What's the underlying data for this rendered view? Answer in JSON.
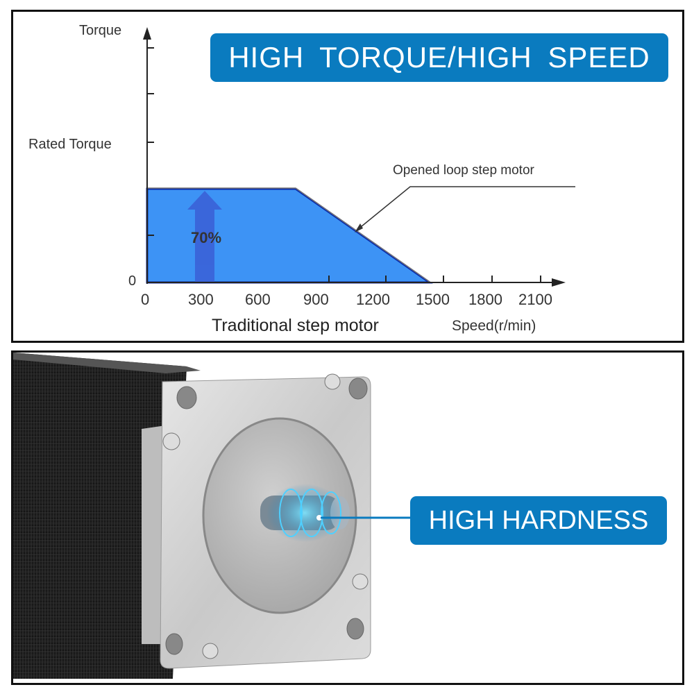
{
  "top_panel": {
    "banner": "HIGH  TORQUE/HIGH  SPEED",
    "y_axis_title": "Torque",
    "y_axis_rated": "Rated Torque",
    "y_axis_zero": "0",
    "annotation": "Opened loop step motor",
    "inner_label": "70%",
    "x_axis_caption": "Traditional step motor",
    "x_axis_title": "Speed(r/min)"
  },
  "bottom_panel": {
    "banner": "HIGH HARDNESS",
    "image_subject": "stepper motor with highlighted shaft"
  },
  "colors": {
    "banner_blue": "#0a7bbf",
    "area_fill": "#3d93f5",
    "area_edge": "#0b2aa8",
    "arrow": "#3a5fd6"
  },
  "chart_data": {
    "type": "area",
    "title": "HIGH TORQUE/HIGH SPEED",
    "xlabel": "Speed(r/min)",
    "ylabel": "Torque",
    "x_ticks": [
      0,
      300,
      600,
      900,
      1200,
      1500,
      1800,
      2100
    ],
    "y_ticks": [
      "0",
      "Rated Torque"
    ],
    "xlim": [
      0,
      2200
    ],
    "grid": false,
    "legend": "none",
    "series": [
      {
        "name": "Traditional step motor",
        "x": [
          0,
          780,
          1500
        ],
        "y_relative_to_rated": [
          0.7,
          0.7,
          0
        ],
        "fill": "#3d93f5"
      }
    ],
    "annotations": [
      {
        "text": "Opened loop step motor",
        "points_to_x": 1050
      },
      {
        "text": "70%",
        "x": 300,
        "note": "upward arrow indicating 70% of rated torque"
      }
    ]
  }
}
